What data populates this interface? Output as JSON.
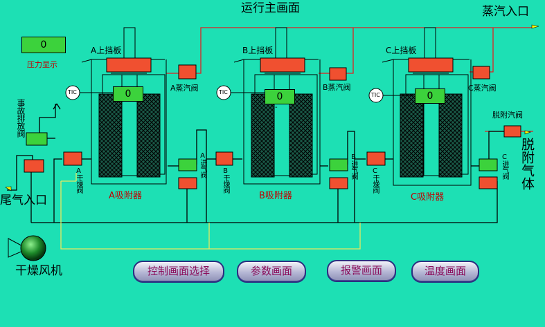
{
  "header": {
    "title": "运行主画面",
    "steam_inlet": "蒸汽入口"
  },
  "pressure": {
    "value": "0",
    "label": "压力显示"
  },
  "emergency_valve": "事故排放阀",
  "tail_gas_inlet": "尾气入口",
  "desorb_gas": "脱附气体",
  "desorb_steam_valve": "脱附汽阀",
  "dry_fan": "干燥风机",
  "tic_label": "TIC",
  "adsorbers": [
    {
      "baffle": "A上挡板",
      "steam_valve": "A蒸汽阀",
      "name": "A吸附器",
      "dry_valve": "A干燥阀",
      "inlet_valve": "A进气阀",
      "temp": "0"
    },
    {
      "baffle": "B上挡板",
      "steam_valve": "B蒸汽阀",
      "name": "B吸附器",
      "dry_valve": "B干燥阀",
      "inlet_valve": "B进气阀",
      "temp": "0",
      "temp_note": "-"
    },
    {
      "baffle": "C上挡板",
      "steam_valve": "C蒸汽阀",
      "name": "C吸附器",
      "dry_valve": "C干燥阀",
      "inlet_valve": "C进气阀",
      "temp": "0"
    }
  ],
  "buttons": {
    "control_select": "控制画面选择",
    "params": "参数画面",
    "alarm": "报警画面",
    "temperature": "温度画面"
  },
  "colors": {
    "background": "#1de0b4",
    "valve_closed": "#f05030",
    "valve_open": "#3cd23c",
    "steam_line": "#e02020",
    "dry_line": "#e8e860"
  }
}
